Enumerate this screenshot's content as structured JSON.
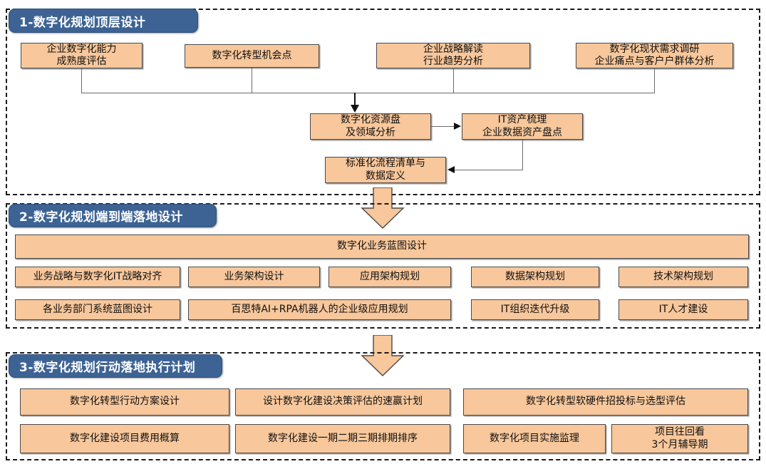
{
  "sections": [
    {
      "id": "section-1",
      "badge": "1-数字化规划顶层设计",
      "boxes": [
        {
          "name": "enterprise-digital-capability-maturity",
          "text": "企业数字化能力\n成熟度评估"
        },
        {
          "name": "digital-transformation-opportunities",
          "text": "数字化转型机会点"
        },
        {
          "name": "enterprise-strategy-interpretation",
          "text": "企业战略解读\n行业趋势分析"
        },
        {
          "name": "digital-status-demand-research",
          "text": "数字化现状需求调研\n企业痛点与客户户群体分析"
        },
        {
          "name": "digital-resource-inventory",
          "text": "数字化资源盘\n及领域分析"
        },
        {
          "name": "it-asset-inventory",
          "text": "IT资产梳理\n企业数据资产盘点"
        },
        {
          "name": "standard-process-list-data-definition",
          "text": "标准化流程清单与\n数据定义"
        }
      ]
    },
    {
      "id": "section-2",
      "badge": "2-数字化规划端到端落地设计",
      "boxes": [
        {
          "name": "digital-business-blueprint-design",
          "text": "数字化业务蓝图设计"
        },
        {
          "name": "business-strategy-it-strategy-alignment",
          "text": "业务战略与数字化IT战略对齐"
        },
        {
          "name": "business-architecture-design",
          "text": "业务架构设计"
        },
        {
          "name": "application-architecture-planning",
          "text": "应用架构规划"
        },
        {
          "name": "data-architecture-planning",
          "text": "数据架构规划"
        },
        {
          "name": "technology-architecture-planning",
          "text": "技术架构规划"
        },
        {
          "name": "department-system-blueprint-design",
          "text": "各业务部门系统蓝图设计"
        },
        {
          "name": "ai-rpa-enterprise-application-planning",
          "text": "百思特AI+RPA机器人的企业级应用规划"
        },
        {
          "name": "it-organization-iteration-upgrade",
          "text": "IT组织迭代升级"
        },
        {
          "name": "it-talent-development",
          "text": "IT人才建设"
        }
      ]
    },
    {
      "id": "section-3",
      "badge": "3-数字化规划行动落地执行计划",
      "boxes": [
        {
          "name": "digital-transformation-action-plan-design",
          "text": "数字化转型行动方案设计"
        },
        {
          "name": "quick-win-plan-design",
          "text": "设计数字化建设决策评估的速赢计划"
        },
        {
          "name": "software-hardware-bidding-selection",
          "text": "数字化转型软硬件招投标与选型评估"
        },
        {
          "name": "project-cost-budget",
          "text": "数字化建设项目费用概算"
        },
        {
          "name": "phase-scheduling",
          "text": "数字化建设一期二期三期排期排序"
        },
        {
          "name": "project-implementation-supervision",
          "text": "数字化项目实施监理"
        },
        {
          "name": "project-review-coaching",
          "text": "项目往回看\n3个月辅导期"
        }
      ]
    }
  ],
  "colors": {
    "box_fill": "#f8c79b",
    "badge_fill": "#3d6394",
    "section_border": "#1a1a1a",
    "connector": "#6b6b6b"
  }
}
